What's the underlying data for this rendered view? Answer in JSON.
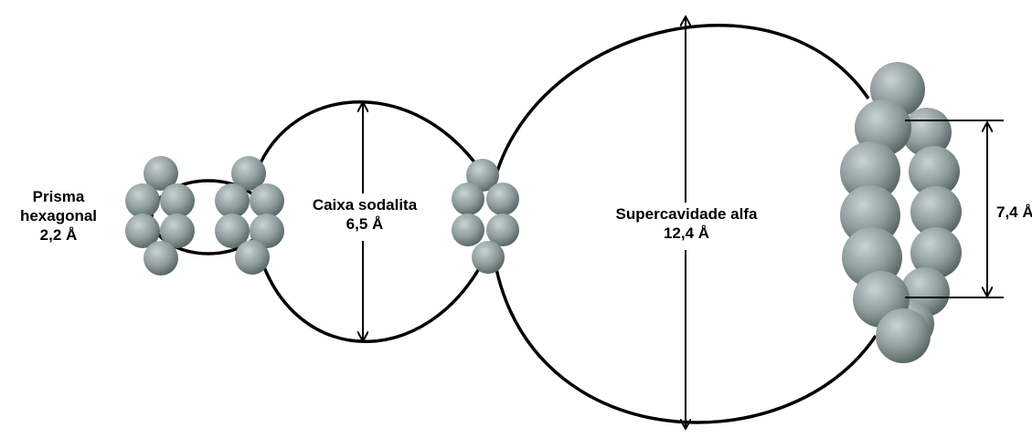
{
  "diagram": {
    "colors": {
      "outline": "#000000",
      "atom_light": "#c9d3d3",
      "atom_mid": "#8e9c9c",
      "atom_dark": "#4f5b5b",
      "background": "#ffffff"
    },
    "labels": {
      "hex_prism_line1": "Prisma",
      "hex_prism_line2": "hexagonal",
      "hex_prism_size": "2,2 Å",
      "sodalite_name": "Caixa sodalita",
      "sodalite_size": "6,5 Å",
      "supercage_name": "Supercavidade alfa",
      "supercage_size": "12,4 Å",
      "window_size": "7,4 Å"
    },
    "icons": {
      "atom": "sphere-icon",
      "arrow": "double-arrow-icon"
    }
  }
}
